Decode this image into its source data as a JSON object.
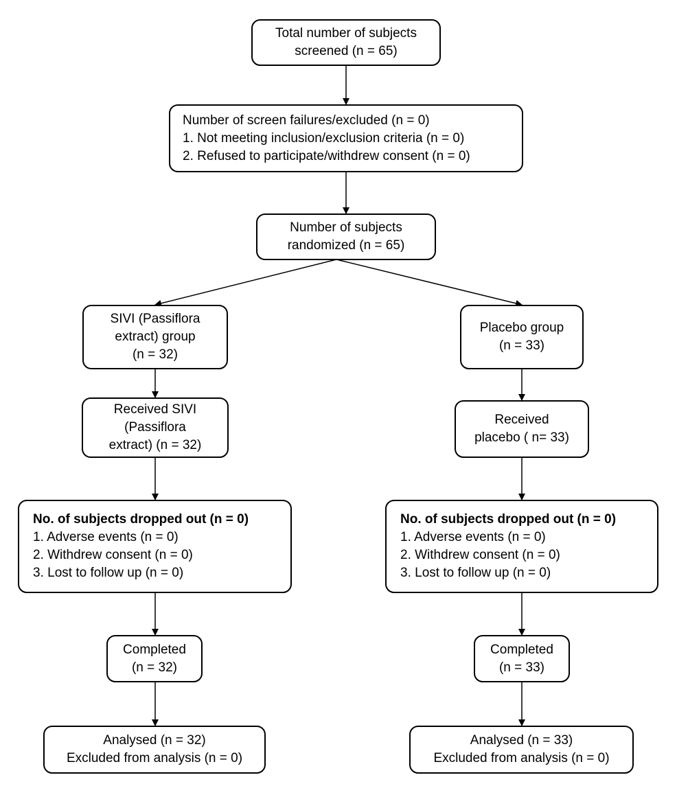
{
  "boxes": {
    "screened": {
      "lines": [
        "Total number of subjects",
        "screened (n = 65)"
      ]
    },
    "failures": {
      "lines": [
        "Number of screen failures/excluded (n = 0)",
        "1.  Not meeting inclusion/exclusion criteria (n = 0)",
        "2.  Refused to participate/withdrew consent (n = 0)"
      ]
    },
    "randomized": {
      "lines": [
        "Number of subjects",
        "randomized (n = 65)"
      ]
    },
    "sivi_group": {
      "lines": [
        "SIVI (Passiflora",
        "extract) group",
        "(n = 32)"
      ]
    },
    "placebo_group": {
      "lines": [
        "Placebo group",
        "(n = 33)"
      ]
    },
    "received_sivi": {
      "lines": [
        "Received SIVI",
        "(Passiflora",
        "extract) (n = 32)"
      ]
    },
    "received_placebo": {
      "lines": [
        "Received",
        "placebo ( n= 33)"
      ]
    },
    "dropout_left": {
      "title": "No. of subjects dropped out (n = 0)",
      "lines": [
        "1.  Adverse events (n = 0)",
        "2.  Withdrew consent (n = 0)",
        "3.  Lost to follow up (n = 0)"
      ]
    },
    "dropout_right": {
      "title": "No. of subjects dropped out (n = 0)",
      "lines": [
        "1.  Adverse events (n = 0)",
        "2.  Withdrew consent (n = 0)",
        "3.  Lost to follow up (n = 0)"
      ]
    },
    "completed_left": {
      "lines": [
        "Completed",
        "(n = 32)"
      ]
    },
    "completed_right": {
      "lines": [
        "Completed",
        "(n = 33)"
      ]
    },
    "analysed_left": {
      "lines": [
        "Analysed (n = 32)",
        "Excluded from analysis (n = 0)"
      ]
    },
    "analysed_right": {
      "lines": [
        "Analysed (n = 33)",
        "Excluded from analysis (n = 0)"
      ]
    }
  }
}
